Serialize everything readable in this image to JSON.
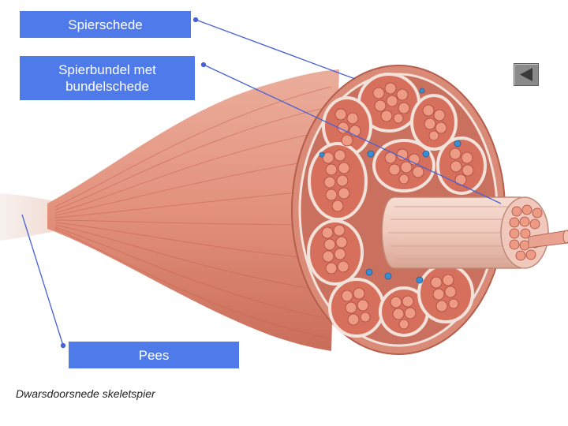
{
  "labels": {
    "sheath": "Spierschede",
    "bundle": "Spierbundel met\nbundelschede",
    "tendon": "Pees"
  },
  "caption": "Dwarsdoorsnede skeletspier",
  "nav": {
    "back_icon": "back-arrow-icon"
  },
  "colors": {
    "label_bg": "#4f7bea",
    "muscle": "#e59a87",
    "muscle_dark": "#c9614f",
    "fiber": "#e98d78",
    "pointer_line": "#4662d6",
    "vessel": "#3b8fd1"
  }
}
